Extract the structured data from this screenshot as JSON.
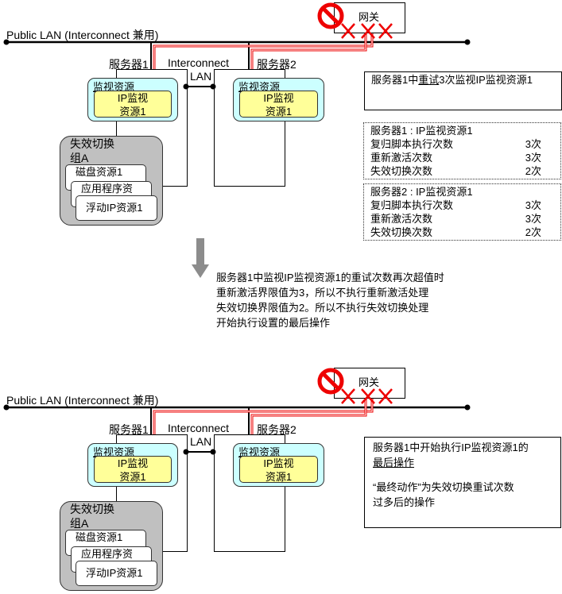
{
  "labels": {
    "public_lan": "Public LAN (Interconnect 兼用)",
    "gateway": "网关",
    "server1": "服务器1",
    "server2": "服务器2",
    "interconnect": "Interconnect",
    "lan": "LAN",
    "monitor_resource": "监视资源",
    "ip_monitor_line1": "IP监视",
    "ip_monitor_line2": "资源1",
    "failover_group_line1": "失效切换",
    "failover_group_line2": "组A",
    "disk_resource": "磁盘资源1",
    "app_resource": "应用程序资",
    "floating_ip": "浮动IP资源1"
  },
  "top": {
    "note_prefix": "服务器1中",
    "note_underlined": "重试",
    "note_suffix": "3次监视IP监视资源1",
    "server1_counts": {
      "title": "服务器1 : IP监视资源1",
      "rows": [
        {
          "label": "复归脚本执行次数",
          "value": "3次"
        },
        {
          "label": "重新激活次数",
          "value": "3次"
        },
        {
          "label": "失效切换次数",
          "value": "2次"
        }
      ]
    },
    "server2_counts": {
      "title": "服务器2 : IP监视资源1",
      "rows": [
        {
          "label": "复归脚本执行次数",
          "value": "3次"
        },
        {
          "label": "重新激活次数",
          "value": "3次"
        },
        {
          "label": "失效切换次数",
          "value": "2次"
        }
      ]
    }
  },
  "middle": {
    "lines": [
      "服务器1中监视IP监视资源1的重试次数再次超值时",
      "重新激活界限值为3，所以不执行重新激活处理",
      "失效切换界限值为2。所以不执行失效切换处理",
      "开始执行设置的最后操作"
    ]
  },
  "bottom": {
    "note_line1": "服务器1中开始执行IP监视资源1的",
    "note_line2": "最后操作",
    "note_line3": "“最终动作”为失效切换重试次数",
    "note_line4": "过多后的操作"
  }
}
